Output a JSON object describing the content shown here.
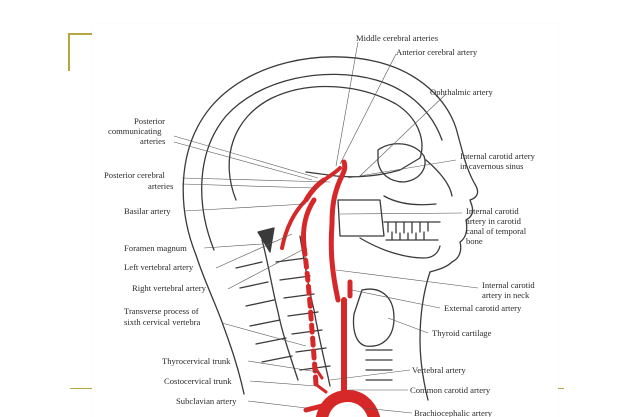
{
  "colors": {
    "artery": "#d62828",
    "ink": "#3a3a3a",
    "accent_frame": "#b5a642"
  },
  "labels": {
    "middle_cerebral": "Middle cerebral arteries",
    "anterior_cerebral": "Anterior cerebral artery",
    "ophthalmic": "Ophthalmic artery",
    "posterior_communicating_1": "Posterior",
    "posterior_communicating_2": "communicating",
    "posterior_communicating_3": "arteries",
    "internal_carotid_cavernous_1": "Internal carotid artery",
    "internal_carotid_cavernous_2": "in cavernous sinus",
    "posterior_cerebral_1": "Posterior cerebral",
    "posterior_cerebral_2": "arteries",
    "basilar": "Basilar artery",
    "internal_carotid_canal_1": "Internal carotid",
    "internal_carotid_canal_2": "artery in carotid",
    "internal_carotid_canal_3": "canal of temporal",
    "internal_carotid_canal_4": "bone",
    "foramen_magnum": "Foramen magnum",
    "left_vertebral": "Left vertebral artery",
    "right_vertebral": "Right vertebral artery",
    "internal_carotid_neck_1": "Internal carotid",
    "internal_carotid_neck_2": "artery in neck",
    "external_carotid": "External carotid artery",
    "transverse_process_1": "Transverse process of",
    "transverse_process_2": "sixth cervical vertebra",
    "thyroid_cartilage": "Thyroid cartilage",
    "thyrocervical": "Thyrocervical trunk",
    "vertebral": "Vertebral artery",
    "costocervical": "Costocervical trunk",
    "common_carotid": "Common carotid artery",
    "subclavian": "Subclavian artery",
    "brachiocephalic": "Brachiocephalic artery"
  }
}
